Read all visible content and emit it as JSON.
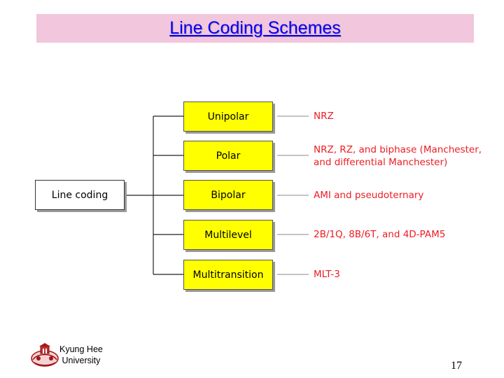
{
  "title": "Line Coding Schemes",
  "diagram": {
    "root": "Line coding",
    "types": [
      {
        "label": "Unipolar",
        "description": [
          "NRZ"
        ]
      },
      {
        "label": "Polar",
        "description": [
          "NRZ, RZ, and biphase (Manchester,",
          "and differential Manchester)"
        ]
      },
      {
        "label": "Bipolar",
        "description": [
          "AMI and pseudoternary"
        ]
      },
      {
        "label": "Multilevel",
        "description": [
          "2B/1Q, 8B/6T, and 4D-PAM5"
        ]
      },
      {
        "label": "Multitransition",
        "description": [
          "MLT-3"
        ]
      }
    ],
    "colors": {
      "title_bar": "#f2c6dc",
      "title_text": "#0000ff",
      "type_box": "#ffff00",
      "description_text": "#ed1c24"
    }
  },
  "footer": {
    "university_line1": "Kyung Hee",
    "university_line2": "University",
    "logo_icon": "university-seal-icon",
    "page_number": "17"
  }
}
